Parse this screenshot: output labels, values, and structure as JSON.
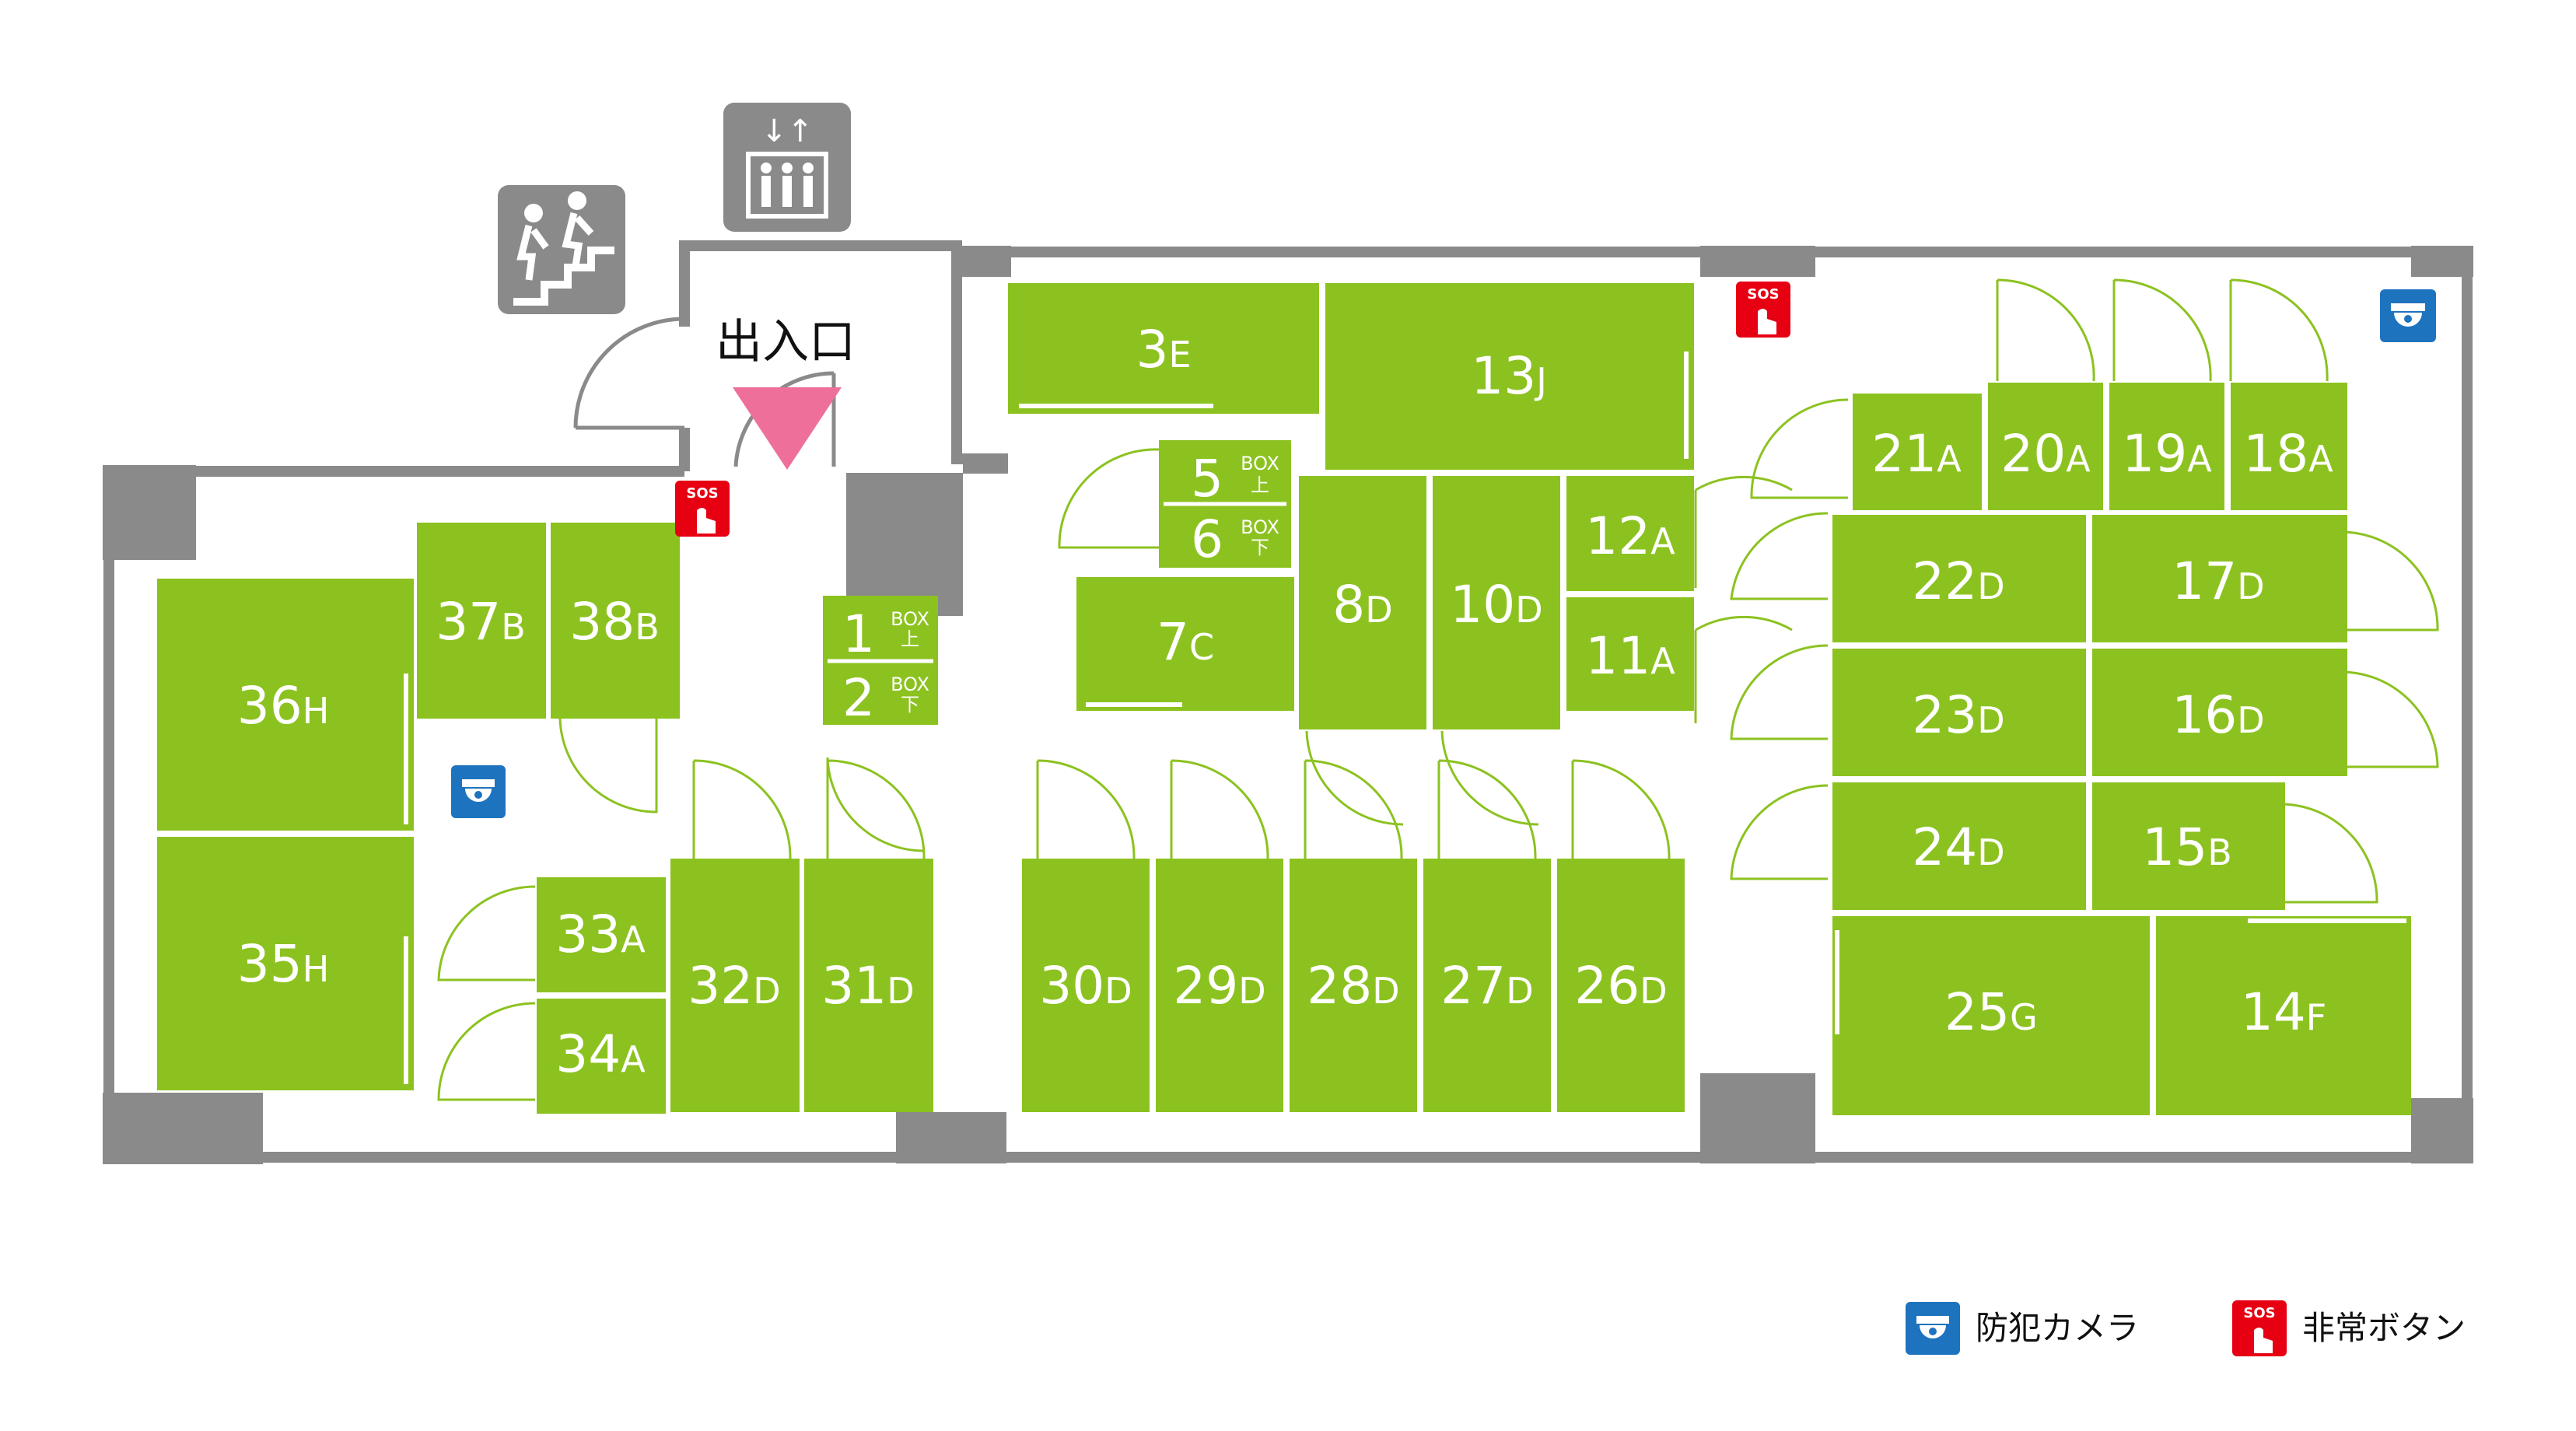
{
  "map": {
    "entrance_label": "出入口",
    "colors": {
      "unit_fill": "#8cc220",
      "wall": "#8a8a8a",
      "door_line": "#8cc220",
      "entrance_marker": "#ef6f9b",
      "camera": "#1e73be",
      "sos": "#e60012"
    },
    "units": [
      {
        "id": "3",
        "type": "E"
      },
      {
        "id": "13",
        "type": "J"
      },
      {
        "id": "5",
        "box": "BOX",
        "pos": "上"
      },
      {
        "id": "6",
        "box": "BOX",
        "pos": "下"
      },
      {
        "id": "7",
        "type": "C"
      },
      {
        "id": "8",
        "type": "D"
      },
      {
        "id": "10",
        "type": "D"
      },
      {
        "id": "12",
        "type": "A"
      },
      {
        "id": "11",
        "type": "A"
      },
      {
        "id": "21",
        "type": "A"
      },
      {
        "id": "20",
        "type": "A"
      },
      {
        "id": "19",
        "type": "A"
      },
      {
        "id": "18",
        "type": "A"
      },
      {
        "id": "22",
        "type": "D"
      },
      {
        "id": "17",
        "type": "D"
      },
      {
        "id": "23",
        "type": "D"
      },
      {
        "id": "16",
        "type": "D"
      },
      {
        "id": "24",
        "type": "D"
      },
      {
        "id": "15",
        "type": "B"
      },
      {
        "id": "25",
        "type": "G"
      },
      {
        "id": "14",
        "type": "F"
      },
      {
        "id": "37",
        "type": "B"
      },
      {
        "id": "38",
        "type": "B"
      },
      {
        "id": "36",
        "type": "H"
      },
      {
        "id": "35",
        "type": "H"
      },
      {
        "id": "1",
        "box": "BOX",
        "pos": "上"
      },
      {
        "id": "2",
        "box": "BOX",
        "pos": "下"
      },
      {
        "id": "33",
        "type": "A"
      },
      {
        "id": "34",
        "type": "A"
      },
      {
        "id": "32",
        "type": "D"
      },
      {
        "id": "31",
        "type": "D"
      },
      {
        "id": "30",
        "type": "D"
      },
      {
        "id": "29",
        "type": "D"
      },
      {
        "id": "28",
        "type": "D"
      },
      {
        "id": "27",
        "type": "D"
      },
      {
        "id": "26",
        "type": "D"
      }
    ]
  },
  "legend": {
    "camera_label": "防犯カメラ",
    "sos_label": "非常ボタン",
    "sos_icon_text": "SOS"
  }
}
